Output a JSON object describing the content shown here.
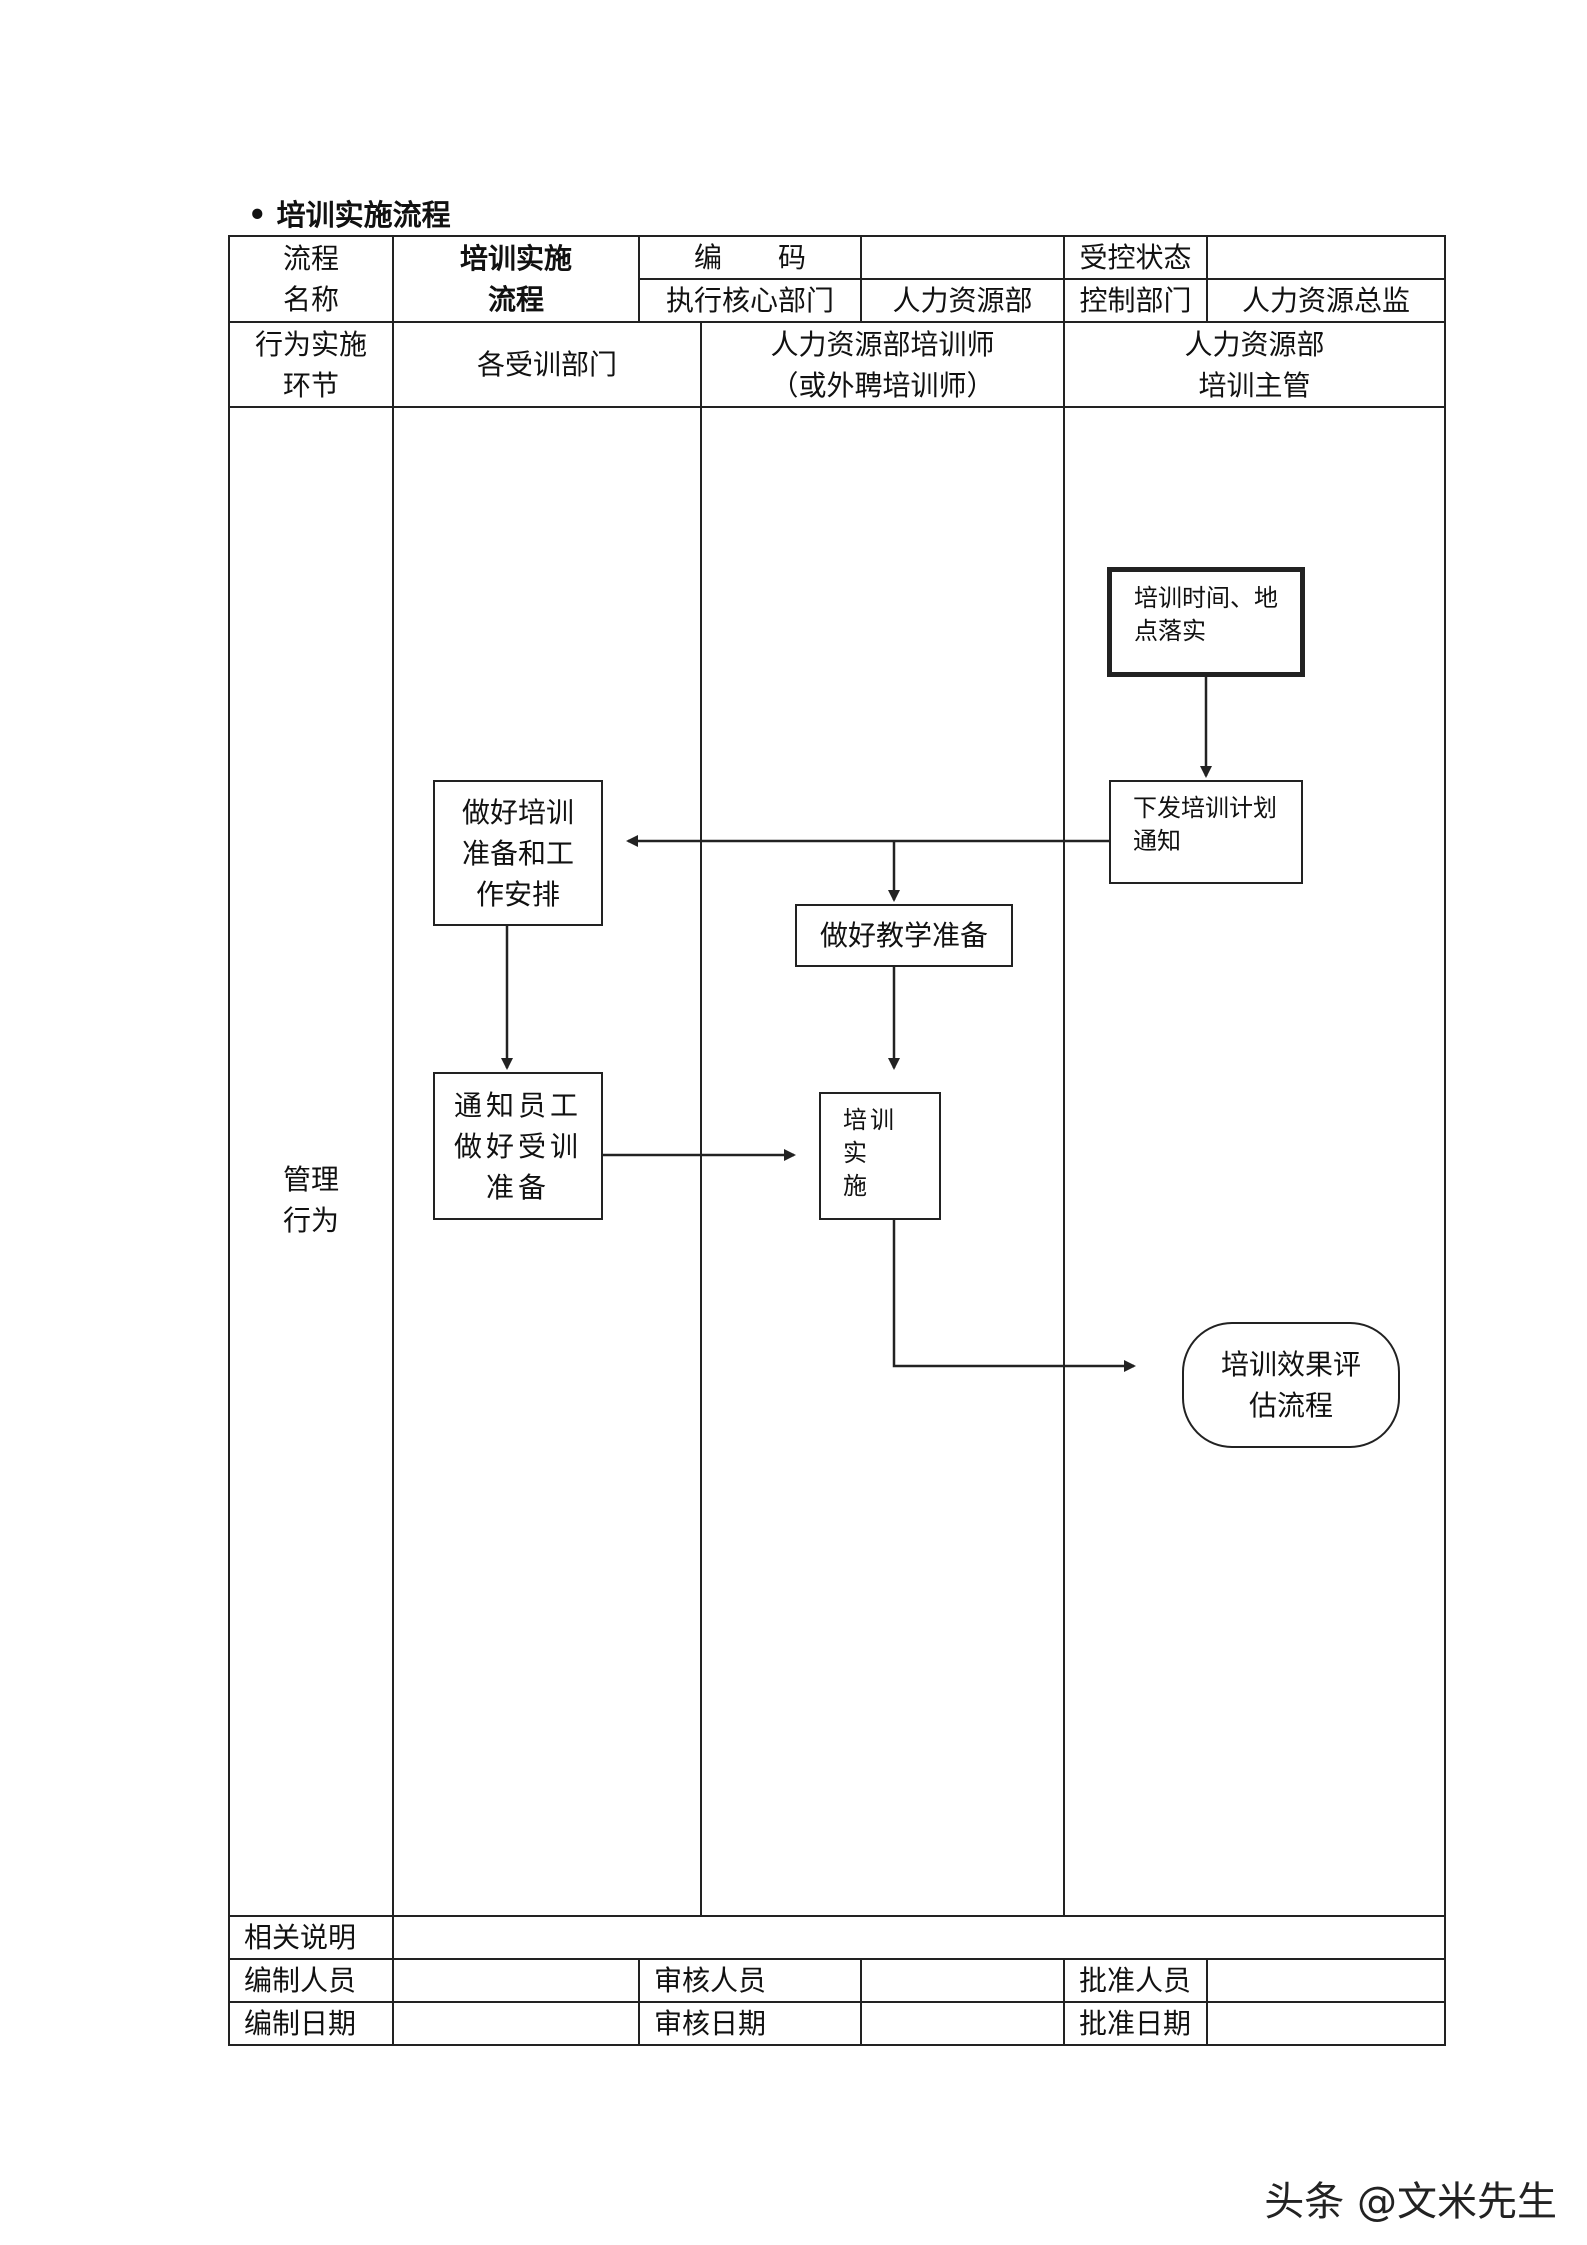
{
  "document": {
    "title": "培训实施流程",
    "watermark": "头条 @文米先生"
  },
  "header": {
    "process_name_label": "流程\n名称",
    "process_name_value": "培训实施\n流程",
    "code_label": "编　　码",
    "code_value": "",
    "control_status_label": "受控状态",
    "control_status_value": "",
    "exec_dept_label": "执行核心部门",
    "exec_dept_value": "人力资源部",
    "control_dept_label": "控制部门",
    "control_dept_value": "人力资源总监"
  },
  "lanes": {
    "stage_label": "行为实施\n环节",
    "lane1": "各受训部门",
    "lane2": "人力资源部培训师\n（或外聘培训师）",
    "lane3": "人力资源部\n培训主管"
  },
  "body": {
    "row_label": "管理\n行为"
  },
  "nodes": {
    "confirm_time_place": "培训时间、地\n点落实",
    "issue_plan": "下发培训计划\n通知",
    "prepare_training": "做好培训\n准备和工\n作安排",
    "teaching_prep": "做好教学准备",
    "notify_staff": "通知员工\n做好受训\n准备",
    "training_impl": "培训实\n施",
    "eval_process": "培训效果评\n估流程"
  },
  "footer": {
    "notes_label": "相关说明",
    "prepared_by_label": "编制人员",
    "reviewed_by_label": "审核人员",
    "approved_by_label": "批准人员",
    "prepared_date_label": "编制日期",
    "reviewed_date_label": "审核日期",
    "approved_date_label": "批准日期"
  }
}
